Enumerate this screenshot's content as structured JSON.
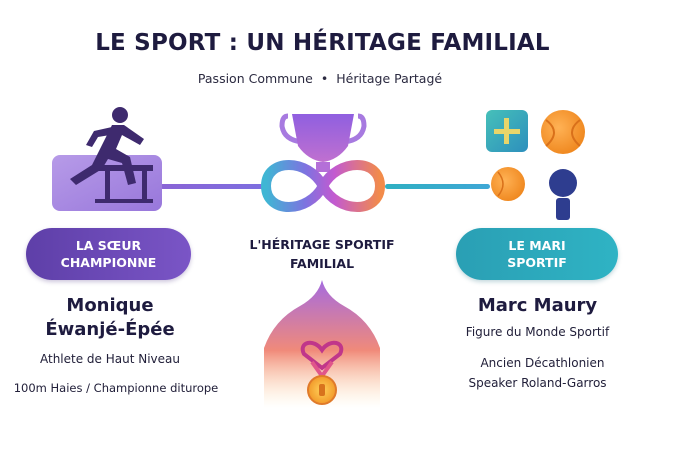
{
  "header": {
    "title": "LE SPORT : UN HÉRITAGE FAMILIAL",
    "subtitle_left": "Passion Commune",
    "subtitle_sep": "•",
    "subtitle_right": "Héritage Partagé"
  },
  "left": {
    "badge_line1": "LA SŒUR",
    "badge_line2": "CHAMPIONNE",
    "name_line1": "Monique",
    "name_line2": "Éwanjé-Épée",
    "desc1": "Athlete de Haut Niveau",
    "desc2": "100m Haies / Championne diturope"
  },
  "center": {
    "label_line1": "L'HÉRITAGE SPORTIF",
    "label_line2": "FAMILIAL"
  },
  "right": {
    "badge_line1": "LE MARI",
    "badge_line2": "SPORTIF",
    "name": "Marc Maury",
    "desc1": "Figure du Monde Sportif",
    "desc2": "Ancien Décathlonien",
    "desc3": "Speaker Roland-Garros"
  },
  "icons": {
    "hurdler": "hurdler-icon",
    "trophy": "trophy-icon",
    "infinity": "infinity-icon",
    "heart_medal": "heart-medal-icon",
    "sports_cluster": "sports-cluster-icon",
    "microphone": "microphone-icon"
  },
  "colors": {
    "purple": "#6a47b8",
    "teal": "#2fa9bd",
    "dark_text": "#1e1b3f"
  }
}
